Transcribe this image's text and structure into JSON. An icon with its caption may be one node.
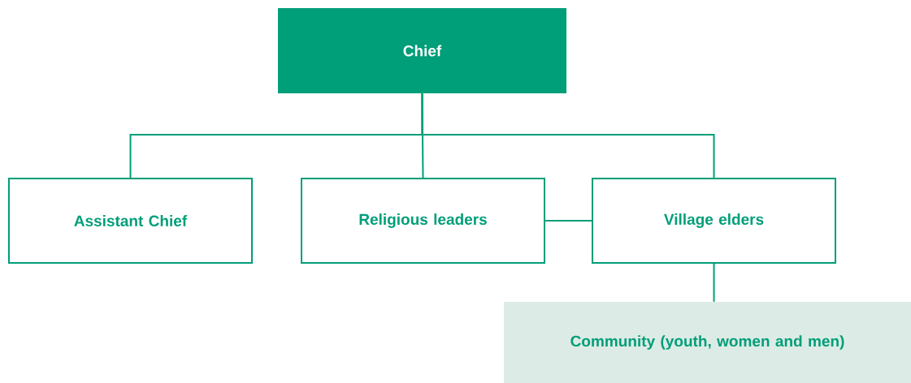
{
  "diagram": {
    "nodes": [
      {
        "text": [
          "Chief"
        ]
      },
      {
        "text": [
          "Assistant Chief"
        ]
      },
      {
        "text": [
          "Religious leaders"
        ]
      },
      {
        "text": [
          "Village elders"
        ]
      },
      {
        "text": [
          "Community (youth, women and men)"
        ]
      }
    ],
    "edges": [
      {
        "from": 0,
        "to": 1,
        "arrow": "none"
      },
      {
        "from": 0,
        "to": 2,
        "arrow": "none"
      },
      {
        "from": 0,
        "to": 3,
        "arrow": "none"
      },
      {
        "from": 2,
        "to": 3,
        "arrow": "none"
      },
      {
        "from": 3,
        "to": 4,
        "arrow": "none"
      }
    ]
  }
}
